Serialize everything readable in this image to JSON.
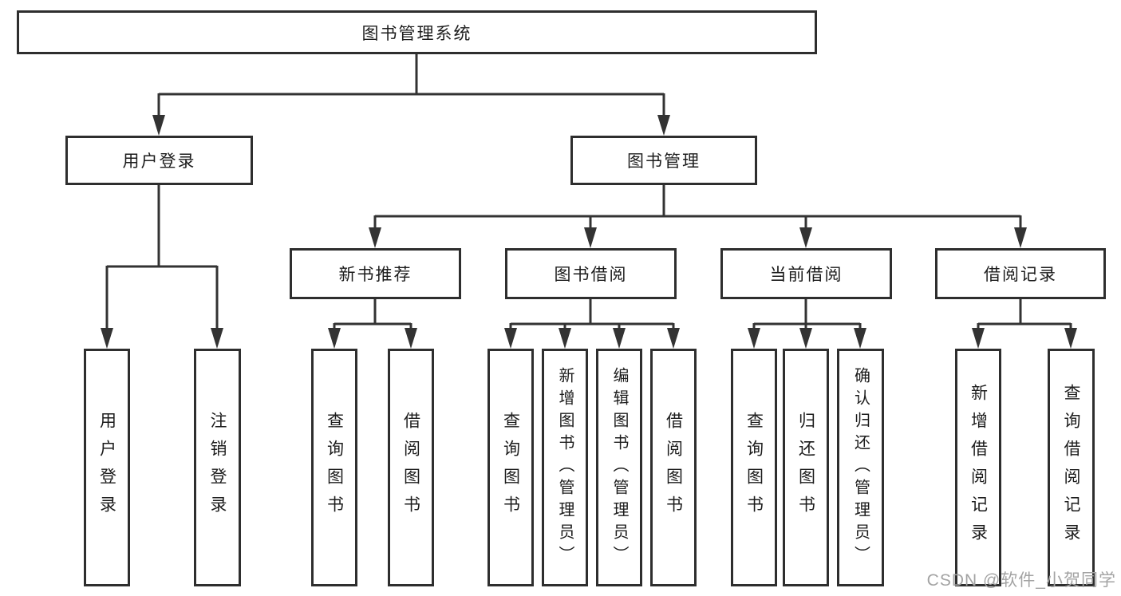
{
  "diagram": {
    "title": "图书管理系统",
    "user_login": {
      "label": "用户登录",
      "children": [
        {
          "label": "用户登录"
        },
        {
          "label": "注销登录"
        }
      ]
    },
    "book_management": {
      "label": "图书管理",
      "children": [
        {
          "label": "新书推荐",
          "children": [
            {
              "label": "查询图书"
            },
            {
              "label": "借阅图书"
            }
          ]
        },
        {
          "label": "图书借阅",
          "children": [
            {
              "label": "查询图书"
            },
            {
              "label": "新增图书（管理员）"
            },
            {
              "label": "编辑图书（管理员）"
            },
            {
              "label": "借阅图书"
            }
          ]
        },
        {
          "label": "当前借阅",
          "children": [
            {
              "label": "查询图书"
            },
            {
              "label": "归还图书"
            },
            {
              "label": "确认归还（管理员）"
            }
          ]
        },
        {
          "label": "借阅记录",
          "children": [
            {
              "label": "新增借阅记录"
            },
            {
              "label": "查询借阅记录"
            }
          ]
        }
      ]
    }
  },
  "colors": {
    "line": "#333333",
    "border": "#2e2e2e",
    "text": "#1c1c1c",
    "watermark": "#a3a3a3",
    "background": "#ffffff"
  },
  "watermark": {
    "text": "CSDN @软件_小贺同学"
  }
}
